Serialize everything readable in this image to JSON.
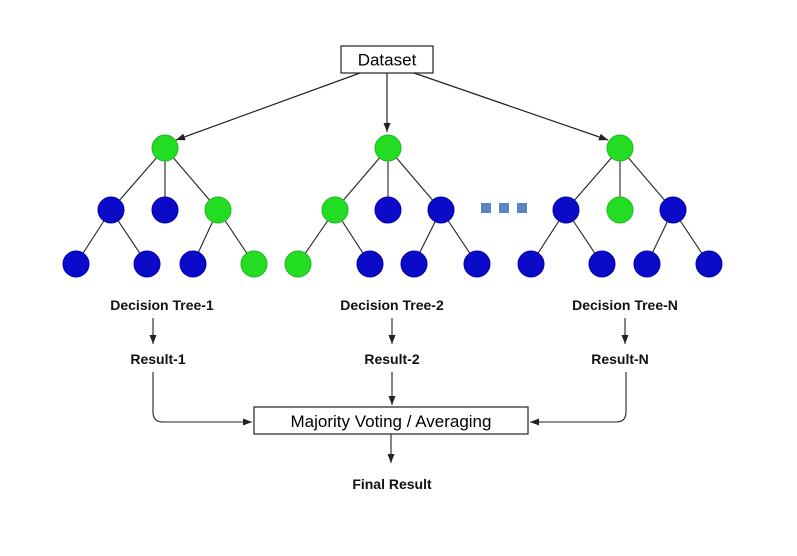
{
  "colors": {
    "green_node": "#22dd22",
    "blue_node": "#0a0ac8",
    "node_stroke": "#0000aa",
    "ellipsis": "#5a86c6",
    "line": "#222222"
  },
  "dataset_label": "Dataset",
  "trees": [
    {
      "label": "Decision Tree-1",
      "result": "Result-1",
      "node_colors": [
        "green",
        "blue",
        "blue",
        "green",
        "blue",
        "blue",
        "blue",
        "green"
      ]
    },
    {
      "label": "Decision Tree-2",
      "result": "Result-2",
      "node_colors": [
        "green",
        "green",
        "blue",
        "blue",
        "green",
        "blue",
        "blue",
        "blue"
      ]
    },
    {
      "label": "Decision Tree-N",
      "result": "Result-N",
      "node_colors": [
        "green",
        "blue",
        "green",
        "blue",
        "blue",
        "blue",
        "blue",
        "blue"
      ]
    }
  ],
  "aggregator_label": "Majority Voting / Averaging",
  "final_label": "Final Result"
}
